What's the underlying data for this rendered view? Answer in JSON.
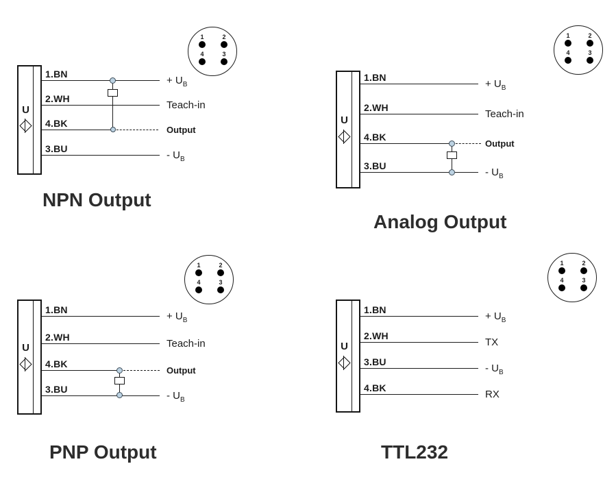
{
  "colors": {
    "line": "#1c1c1c",
    "node_fill": "#bcd2e2",
    "text": "#1a1a1a"
  },
  "diagrams": [
    {
      "title": "NPN Output",
      "sensor": {
        "label": "U"
      },
      "connector": {
        "pins": [
          "1",
          "2",
          "4",
          "3"
        ]
      },
      "wires": [
        {
          "pin": "1.BN",
          "signal": "+ U",
          "signal_sub": "B"
        },
        {
          "pin": "2.WH",
          "signal": "Teach-in",
          "signal_sub": ""
        },
        {
          "pin": "4.BK",
          "signal": "Output",
          "signal_sub": ""
        },
        {
          "pin": "3.BU",
          "signal": "- U",
          "signal_sub": "B"
        }
      ]
    },
    {
      "title": "Analog Output",
      "sensor": {
        "label": "U"
      },
      "connector": {
        "pins": [
          "1",
          "2",
          "4",
          "3"
        ]
      },
      "wires": [
        {
          "pin": "1.BN",
          "signal": "+ U",
          "signal_sub": "B"
        },
        {
          "pin": "2.WH",
          "signal": "Teach-in",
          "signal_sub": ""
        },
        {
          "pin": "4.BK",
          "signal": "Output",
          "signal_sub": ""
        },
        {
          "pin": "3.BU",
          "signal": "- U",
          "signal_sub": "B"
        }
      ]
    },
    {
      "title": "PNP Output",
      "sensor": {
        "label": "U"
      },
      "connector": {
        "pins": [
          "1",
          "2",
          "4",
          "3"
        ]
      },
      "wires": [
        {
          "pin": "1.BN",
          "signal": "+ U",
          "signal_sub": "B"
        },
        {
          "pin": "2.WH",
          "signal": "Teach-in",
          "signal_sub": ""
        },
        {
          "pin": "4.BK",
          "signal": "Output",
          "signal_sub": ""
        },
        {
          "pin": "3.BU",
          "signal": "- U",
          "signal_sub": "B"
        }
      ]
    },
    {
      "title": "TTL232",
      "sensor": {
        "label": "U"
      },
      "connector": {
        "pins": [
          "1",
          "2",
          "4",
          "3"
        ]
      },
      "wires": [
        {
          "pin": "1.BN",
          "signal": "+ U",
          "signal_sub": "B"
        },
        {
          "pin": "2.WH",
          "signal": "TX",
          "signal_sub": ""
        },
        {
          "pin": "3.BU",
          "signal": "- U",
          "signal_sub": "B"
        },
        {
          "pin": "4.BK",
          "signal": "RX",
          "signal_sub": ""
        }
      ]
    }
  ]
}
